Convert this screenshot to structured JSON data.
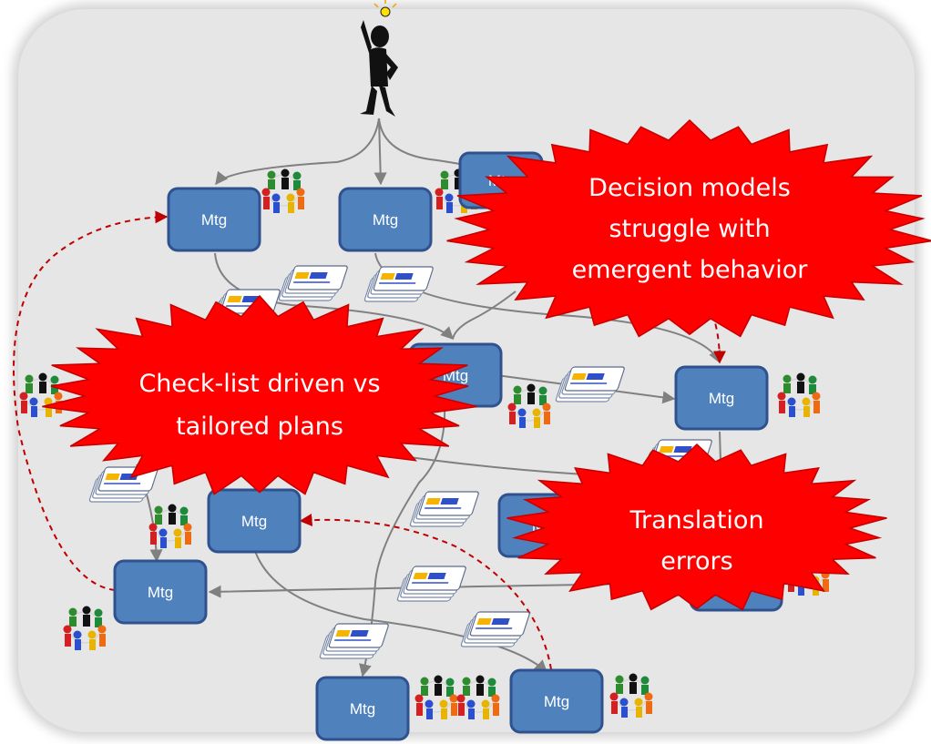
{
  "colors": {
    "background": "#e6e6e6",
    "node_fill": "#4f81bd",
    "node_stroke": "#2f528f",
    "arrow": "#808080",
    "feedback_arrow": "#c00000",
    "burst_fill": "#ff0000",
    "burst_text": "#ffffff"
  },
  "icons": {
    "originator": "thinking-person-icon",
    "team": "team-meeting-icon",
    "documents": "document-stack-icon"
  },
  "nodes": [
    {
      "label": "Mtg"
    },
    {
      "label": "Mtg"
    },
    {
      "label": "Mtg"
    },
    {
      "label": "Mtg"
    },
    {
      "label": "Mtg"
    },
    {
      "label": "Mtg"
    },
    {
      "label": "Mtg"
    },
    {
      "label": "Mtg"
    },
    {
      "label": "Mtg"
    },
    {
      "label": "Mtg"
    },
    {
      "label": "Mtg"
    }
  ],
  "callouts": [
    {
      "lines": [
        "Decision models",
        "struggle with",
        "emergent behavior"
      ]
    },
    {
      "lines": [
        "Check-list driven vs",
        "tailored plans"
      ]
    },
    {
      "lines": [
        "Translation",
        "errors"
      ]
    }
  ]
}
